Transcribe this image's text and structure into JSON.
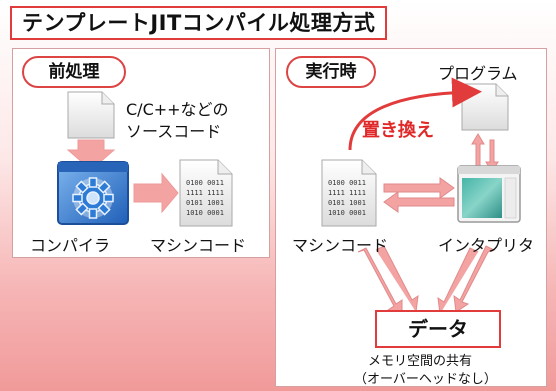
{
  "title": "テンプレートJITコンパイル処理方式",
  "pre": {
    "label": "前処理",
    "source_lines": [
      "C/C++などの",
      "ソースコード"
    ],
    "compiler_label": "コンパイラ",
    "machine_code_label": "マシンコード",
    "binary_lines": [
      "0100 0011",
      "1111 1111",
      "0101 1001",
      "1010 0001"
    ]
  },
  "run": {
    "label": "実行時",
    "program_label": "プログラム",
    "replace_label": "置き換え",
    "machine_code_label": "マシンコード",
    "interpreter_label": "インタプリタ",
    "binary_lines": [
      "0100 0011",
      "1111 1111",
      "0101 1001",
      "1010 0001"
    ],
    "data_label": "データ",
    "shared_memory_label": "メモリ空間の共有",
    "no_overhead_label": "（オーバーヘッドなし）"
  },
  "colors": {
    "accent_red": "#e23b3b",
    "arrow_pink": "#f4a3a3",
    "gear_blue": "#2e7bd6"
  }
}
